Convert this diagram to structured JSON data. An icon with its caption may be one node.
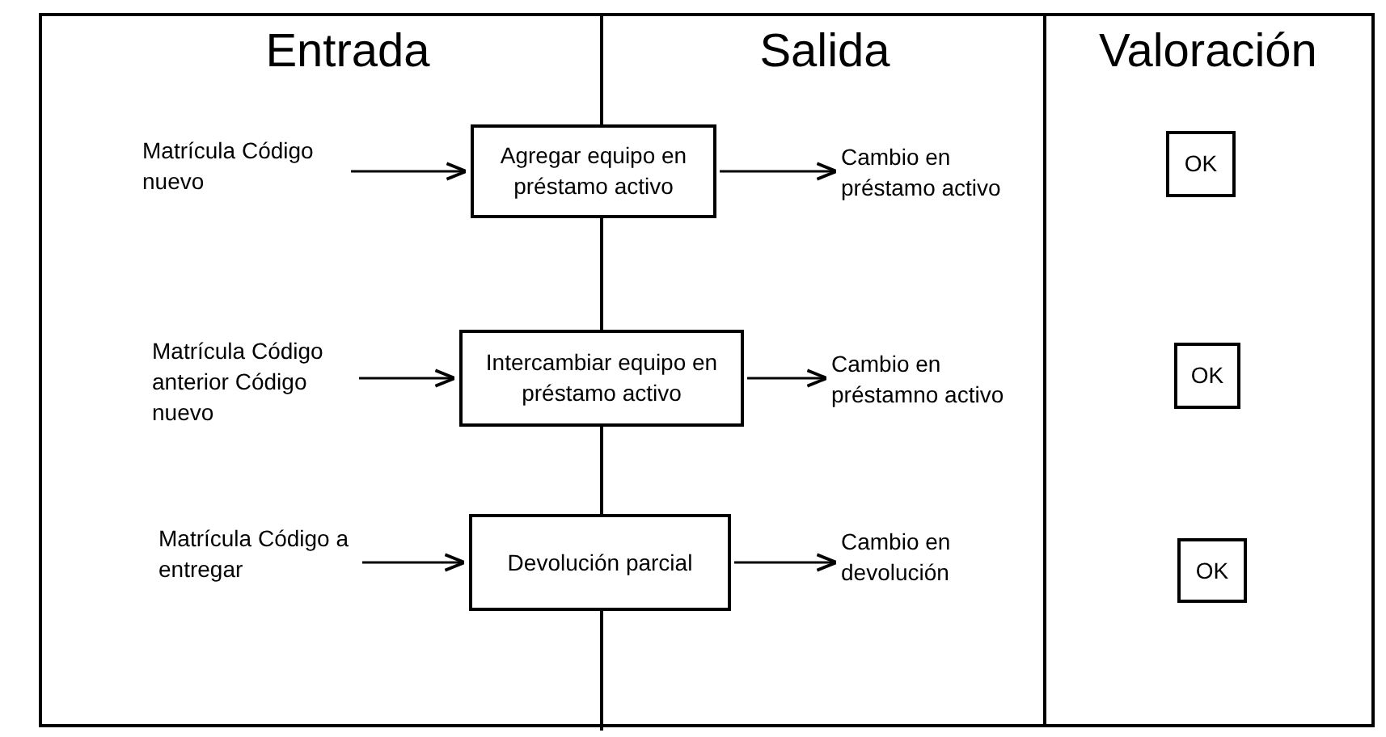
{
  "diagram": {
    "nodes": [
      {
        "text": [
          "Matrícula Código nuevo"
        ]
      },
      {
        "text": [
          "Agregar equipo en préstamo activo"
        ]
      },
      {
        "text": [
          "Cambio en préstamo activo"
        ]
      },
      {
        "text": [
          "OK"
        ]
      },
      {
        "text": [
          "Matrícula Código anterior Código nuevo"
        ]
      },
      {
        "text": [
          "Intercambiar equipo en préstamo activo"
        ]
      },
      {
        "text": [
          "Cambio en préstamno activo"
        ]
      },
      {
        "text": [
          "OK"
        ]
      },
      {
        "text": [
          "Matrícula Código a entregar"
        ]
      },
      {
        "text": [
          "Devolución parcial"
        ]
      },
      {
        "text": [
          "Cambio en devolución"
        ]
      },
      {
        "text": [
          "OK"
        ]
      }
    ],
    "edges": [
      {
        "from": 0,
        "to": 1,
        "arrow": "to"
      },
      {
        "from": 1,
        "to": 2,
        "arrow": "to"
      },
      {
        "from": 4,
        "to": 5,
        "arrow": "to"
      },
      {
        "from": 5,
        "to": 6,
        "arrow": "to"
      },
      {
        "from": 8,
        "to": 9,
        "arrow": "to"
      },
      {
        "from": 9,
        "to": 10,
        "arrow": "to"
      }
    ],
    "labels": [
      "Entrada",
      "Salida",
      "Valoración"
    ]
  }
}
